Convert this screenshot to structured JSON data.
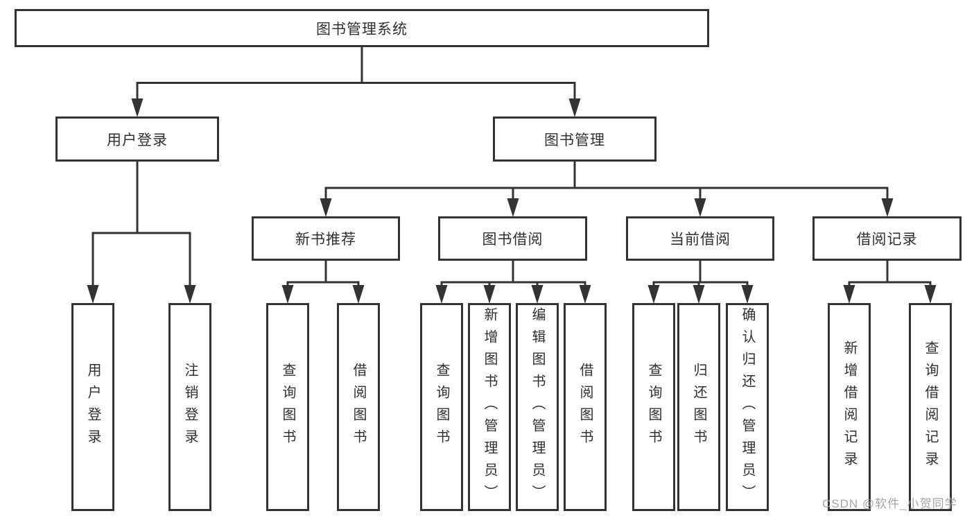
{
  "tree": {
    "root": {
      "label": "图书管理系统"
    },
    "userLogin": {
      "label": "用户登录",
      "children": {
        "login": {
          "label": "用户登录"
        },
        "logout": {
          "label": "注销登录"
        }
      }
    },
    "bookManagement": {
      "label": "图书管理",
      "newBooks": {
        "label": "新书推荐",
        "children": {
          "query": {
            "label": "查询图书"
          },
          "borrow": {
            "label": "借阅图书"
          }
        }
      },
      "borrowing": {
        "label": "图书借阅",
        "children": {
          "query": {
            "label": "查询图书"
          },
          "add": {
            "label": "新增图书（管理员）"
          },
          "edit": {
            "label": "编辑图书（管理员）"
          },
          "borrow": {
            "label": "借阅图书"
          }
        }
      },
      "current": {
        "label": "当前借阅",
        "children": {
          "query": {
            "label": "查询图书"
          },
          "return": {
            "label": "归还图书"
          },
          "confirm": {
            "label": "确认归还（管理员）"
          }
        }
      },
      "records": {
        "label": "借阅记录",
        "children": {
          "add": {
            "label": "新增借阅记录"
          },
          "query": {
            "label": "查询借阅记录"
          }
        }
      }
    }
  },
  "watermark": {
    "text": "CSDN @软件_小贺同学"
  },
  "colors": {
    "line": "#333333",
    "box_border": "#333333",
    "text": "#2f2f2f",
    "background": "#ffffff",
    "watermark": "#9c9a9a"
  }
}
